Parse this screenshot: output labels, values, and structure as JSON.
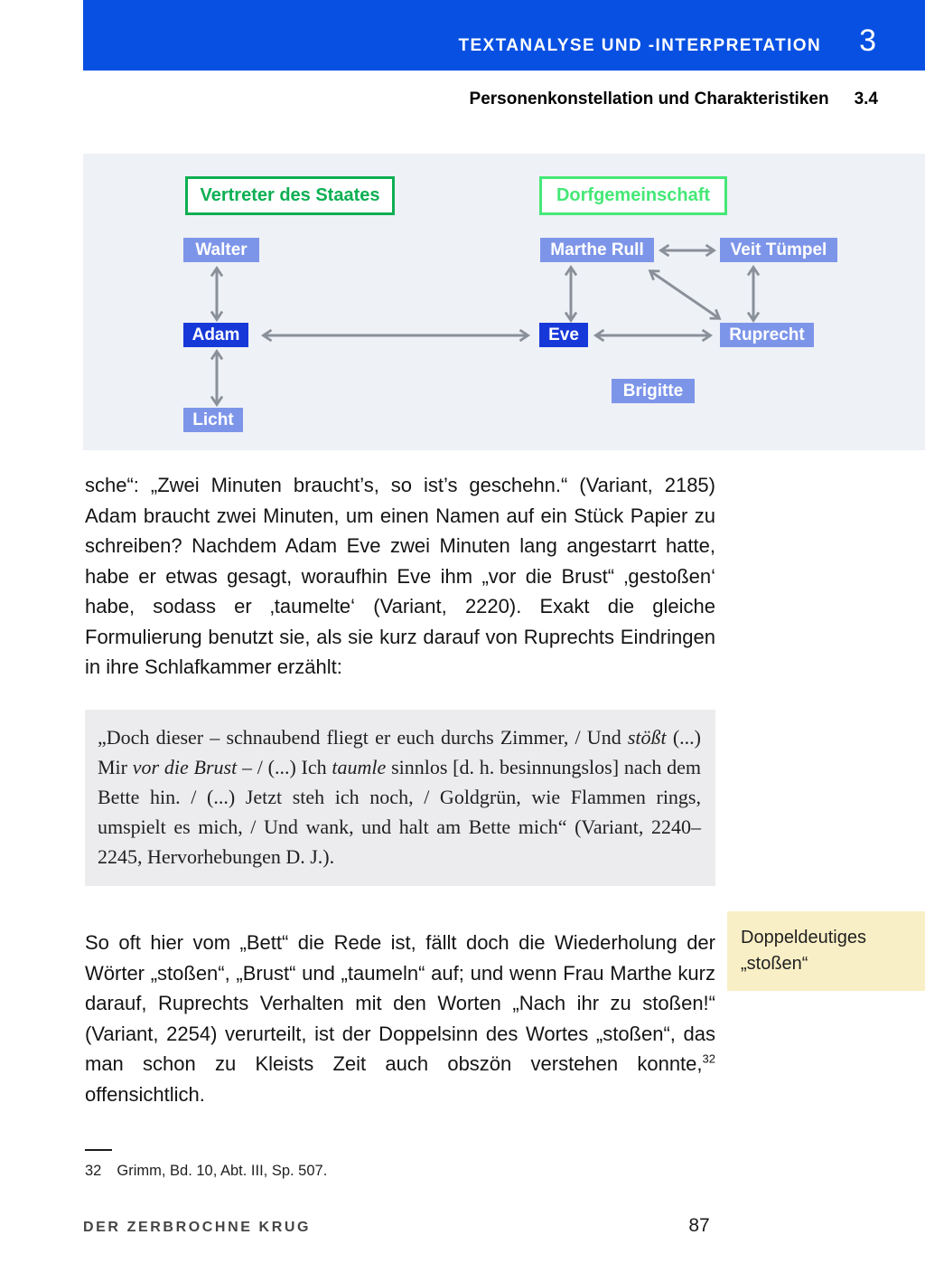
{
  "header": {
    "title": "TEXTANALYSE UND -INTERPRETATION",
    "chapter_number": "3",
    "subtitle": "Personenkonstellation und Charakteristiken",
    "section_number": "3.4"
  },
  "diagram": {
    "groups": [
      {
        "label": "Vertreter des Staates"
      },
      {
        "label": "Dorfgemeinschaft"
      }
    ],
    "persons": {
      "walter": "Walter",
      "marthe": "Marthe Rull",
      "veit": "Veit Tümpel",
      "adam": "Adam",
      "eve": "Eve",
      "ruprecht": "Ruprecht",
      "brigitte": "Brigitte",
      "licht": "Licht"
    },
    "relations": [
      "Walter ↔ Adam",
      "Adam ↔ Licht",
      "Adam ↔ Eve",
      "Marthe Rull ↔ Veit Tümpel",
      "Marthe Rull ↔ Eve",
      "Marthe Rull ↔ Ruprecht",
      "Veit Tümpel ↔ Ruprecht",
      "Eve ↔ Ruprecht"
    ]
  },
  "body": {
    "paragraph1": "sche“: „Zwei Minuten braucht’s, so ist’s geschehn.“ (Variant, 2185) Adam braucht zwei Minuten, um einen Namen auf ein Stück Papier zu schreiben? Nachdem Adam Eve zwei Minuten lang angestarrt hatte, habe er etwas gesagt, woraufhin Eve ihm „vor die Brust“ ‚gestoßen‘ habe, sodass er ‚taumelte‘ (Variant, 2220). Exakt die gleiche Formulierung benutzt sie, als sie kurz darauf von Ruprechts Eindringen in ihre Schlafkammer erzählt:",
    "paragraph2": {
      "before_sup": "So oft hier vom „Bett“ die Rede ist, fällt doch die Wiederholung der Wörter „stoßen“, „Brust“ und „taumeln“ auf; und wenn Frau Marthe kurz darauf, Ruprechts Verhalten mit den Worten „Nach ihr zu stoßen!“ (Variant, 2254) verurteilt, ist der Doppelsinn des Wortes „stoßen“, das man schon zu Kleists Zeit auch obszön verstehen konnte,",
      "sup": "32",
      "after_sup": " offensichtlich."
    }
  },
  "quote": {
    "parts": [
      {
        "text": "„Doch dieser – schnaubend fliegt er euch durchs Zimmer, / Und ",
        "italic": false
      },
      {
        "text": "stößt",
        "italic": true
      },
      {
        "text": " (...) Mir ",
        "italic": false
      },
      {
        "text": "vor die Brust",
        "italic": true
      },
      {
        "text": " – / (...) Ich ",
        "italic": false
      },
      {
        "text": "taumle",
        "italic": true
      },
      {
        "text": " sinnlos [d. h. besinnungslos] nach dem Bette hin. / (...) Jetzt steh ich noch, / Goldgrün, wie Flammen rings, umspielt es mich, / Und wank, und halt am Bette mich“ (Variant, 2240–2245, Hervorhebungen D. J.).",
        "italic": false
      }
    ]
  },
  "margin_note": {
    "line1": "Doppeldeutiges",
    "line2": "„stoßen“"
  },
  "footnote": {
    "number": "32",
    "text": "Grimm, Bd. 10, Abt. III, Sp. 507."
  },
  "footer": {
    "book_title": "DER ZERBROCHNE KRUG",
    "page_number": "87"
  },
  "colors": {
    "chapter_bar_blue": "#0750e2",
    "person_box_blue_dark": "#1738d8",
    "person_box_blue_light": "#7d95e9",
    "group_border_green_dark": "#0caf52",
    "group_border_green_light": "#44e876",
    "arrow_gray": "#8a9099",
    "panel_background": "#eef1f6",
    "quote_background": "#ececee",
    "note_background": "#f9efc6"
  }
}
